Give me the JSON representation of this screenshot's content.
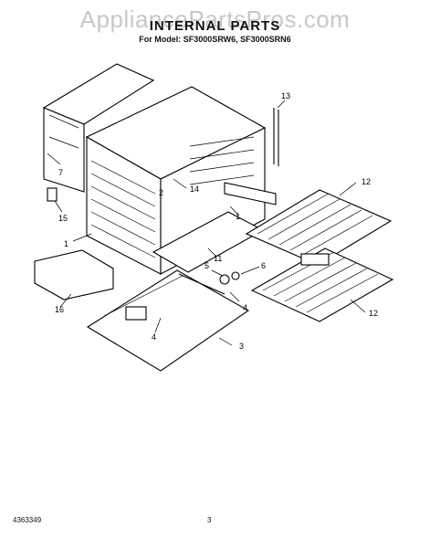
{
  "watermark": "AppliancePartsPros.com",
  "title": "INTERNAL PARTS",
  "subtitle": "For Model: SF3000SRW6, SF3000SRN6",
  "footer": {
    "doc_number": "4363349",
    "page": "3"
  },
  "callouts": [
    "13",
    "7",
    "2",
    "14",
    "15",
    "1",
    "12",
    "1",
    "11",
    "5",
    "6",
    "4",
    "16",
    "4",
    "12",
    "3"
  ]
}
